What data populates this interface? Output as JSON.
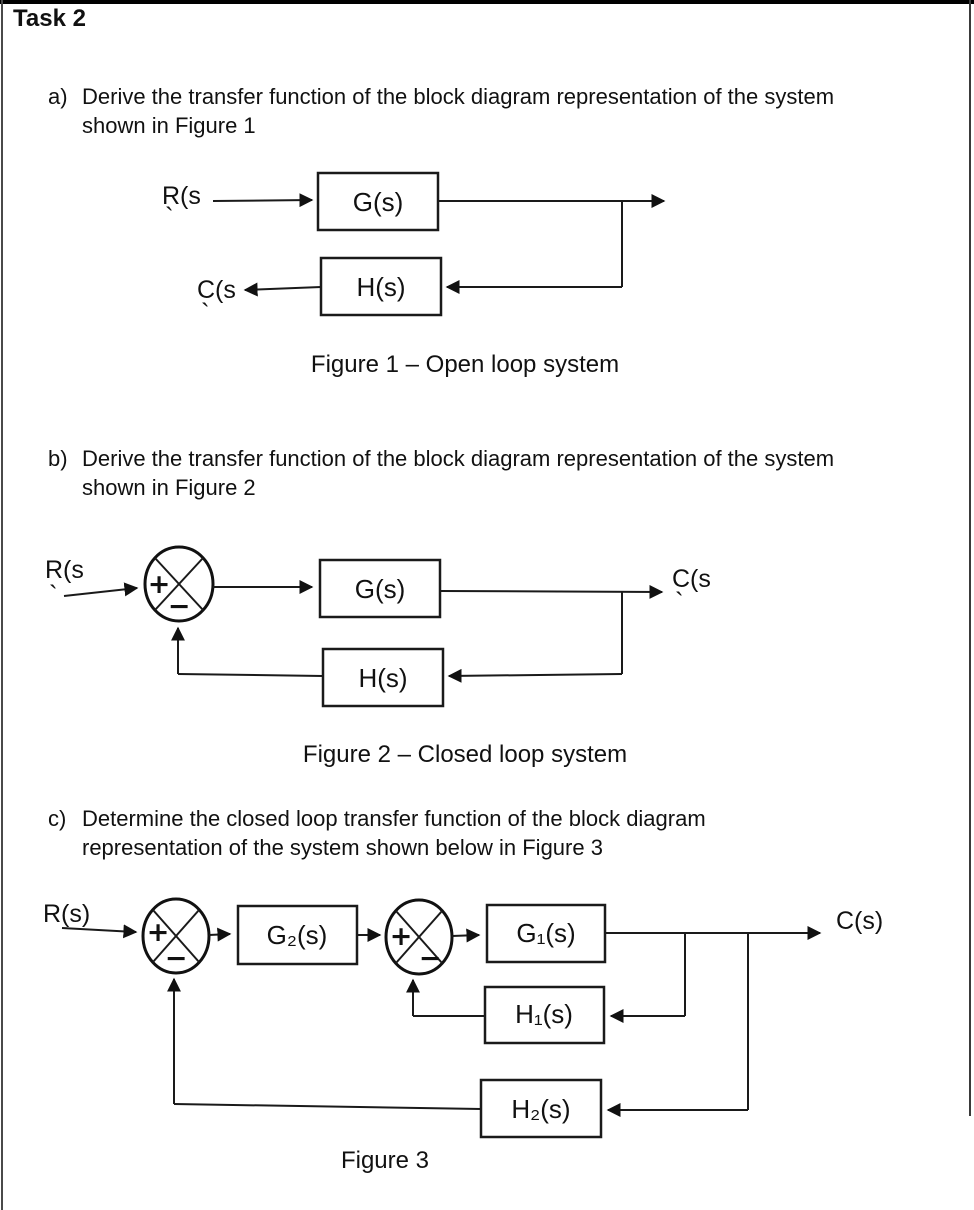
{
  "page": {
    "title": "Task 2"
  },
  "tasks": [
    {
      "label": "a)",
      "line1": "Derive the transfer function of the block diagram representation of the system",
      "line2": "shown in Figure 1"
    },
    {
      "label": "b)",
      "line1": "Derive the transfer function of the block diagram representation of the system",
      "line2": "shown in Figure 2"
    },
    {
      "label": "c)",
      "line1": "Determine the closed loop transfer function of the block diagram",
      "line2": "representation of the system shown below in Figure 3"
    }
  ],
  "figures": {
    "fig1": {
      "caption": "Figure 1 – Open loop system",
      "input_label": "R(s",
      "input_mark": "`",
      "output_label": "C(s",
      "output_mark": "`",
      "block_g": "G(s)",
      "block_h": "H(s)"
    },
    "fig2": {
      "caption": "Figure 2 – Closed loop system",
      "input_label": "R(s",
      "input_mark": "`",
      "output_label": "C(s",
      "output_mark": "`",
      "block_g": "G(s)",
      "block_h": "H(s)",
      "sum_plus": "+",
      "sum_minus": "−"
    },
    "fig3": {
      "caption": "Figure 3",
      "input_label": "R(s)",
      "output_label": "C(s)",
      "block_g2": "G₂(s)",
      "block_g1": "G₁(s)",
      "block_h1": "H₁(s)",
      "block_h2": "H₂(s)",
      "sum1_plus": "+",
      "sum1_minus": "−",
      "sum2_plus": "+",
      "sum2_minus": "−"
    }
  },
  "colors": {
    "ink": "#111111",
    "paper": "#ffffff"
  }
}
